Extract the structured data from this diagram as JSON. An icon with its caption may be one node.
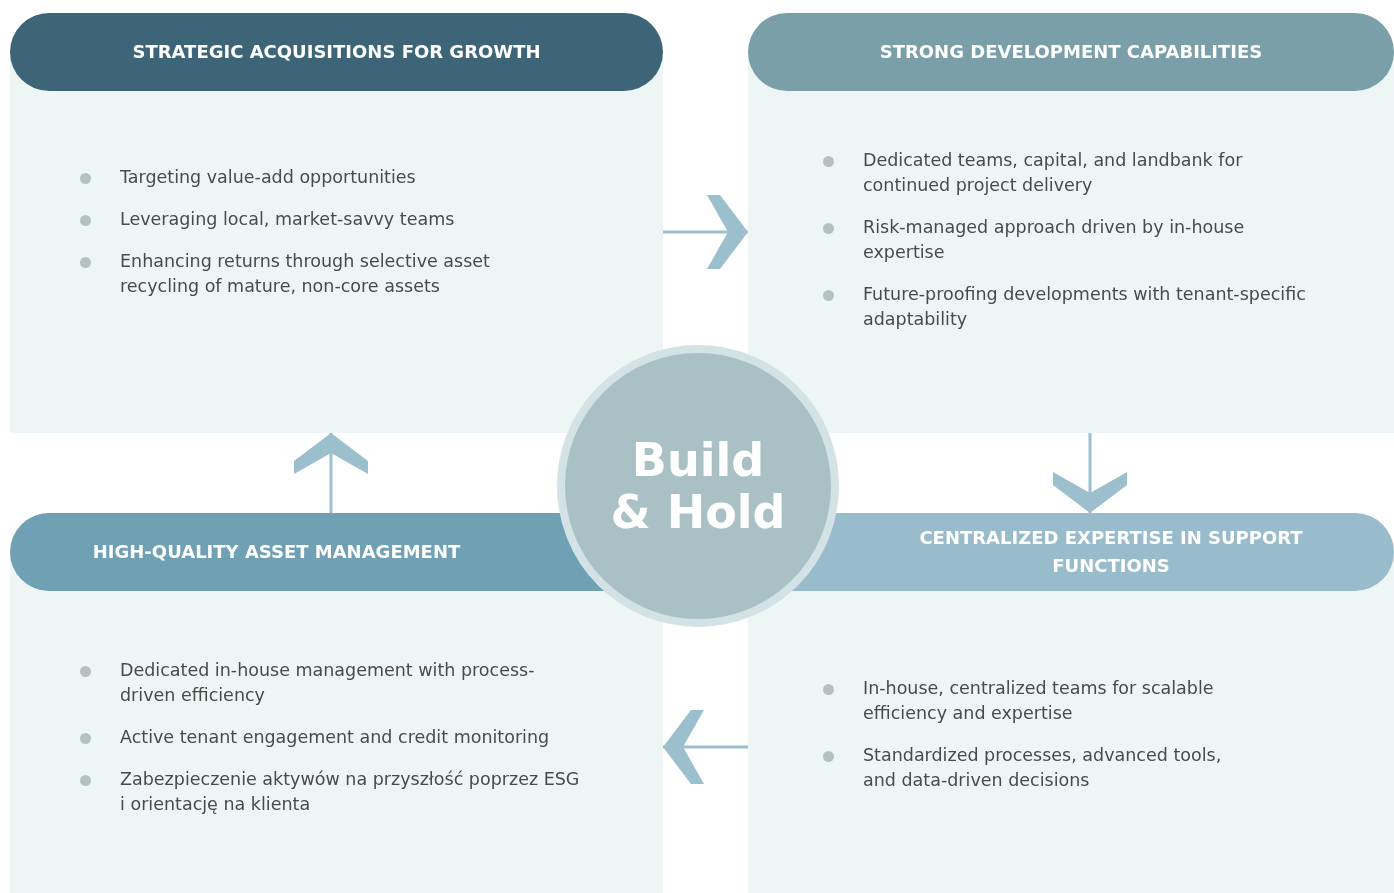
{
  "diagram": {
    "nodes": [
      {
        "text": [
          "STRATEGIC ACQUISITIONS FOR GROWTH",
          "Targeting value-add opportunities",
          "Leveraging local, market-savvy teams",
          "Enhancing returns through selective asset recycling of mature, non-core assets"
        ]
      },
      {
        "text": [
          "STRONG DEVELOPMENT CAPABILITIES",
          "Dedicated teams, capital, and landbank for continued project delivery",
          "Risk-managed approach driven by in-house expertise",
          "Future-proofing developments with tenant-specific adaptability"
        ]
      },
      {
        "text": [
          "Build & Hold"
        ]
      },
      {
        "text": [
          "HIGH-QUALITY ASSET MANAGEMENT",
          "Dedicated in-house management with process-driven efficiency",
          "Active tenant engagement and credit monitoring",
          "Zabezpieczenie aktywów na przyszłość poprzez ESG i orientację na klienta"
        ]
      },
      {
        "text": [
          "CENTRALIZED EXPERTISE IN SUPPORT FUNCTIONS",
          "In-house, centralized teams for scalable efficiency and expertise",
          "Standardized processes, advanced tools, and data-driven decisions"
        ]
      }
    ],
    "edges": [
      {
        "from": 0,
        "to": 1,
        "arrow": "to"
      },
      {
        "from": 1,
        "to": 4,
        "arrow": "to"
      },
      {
        "from": 4,
        "to": 3,
        "arrow": "to"
      },
      {
        "from": 3,
        "to": 0,
        "arrow": "to"
      }
    ]
  }
}
